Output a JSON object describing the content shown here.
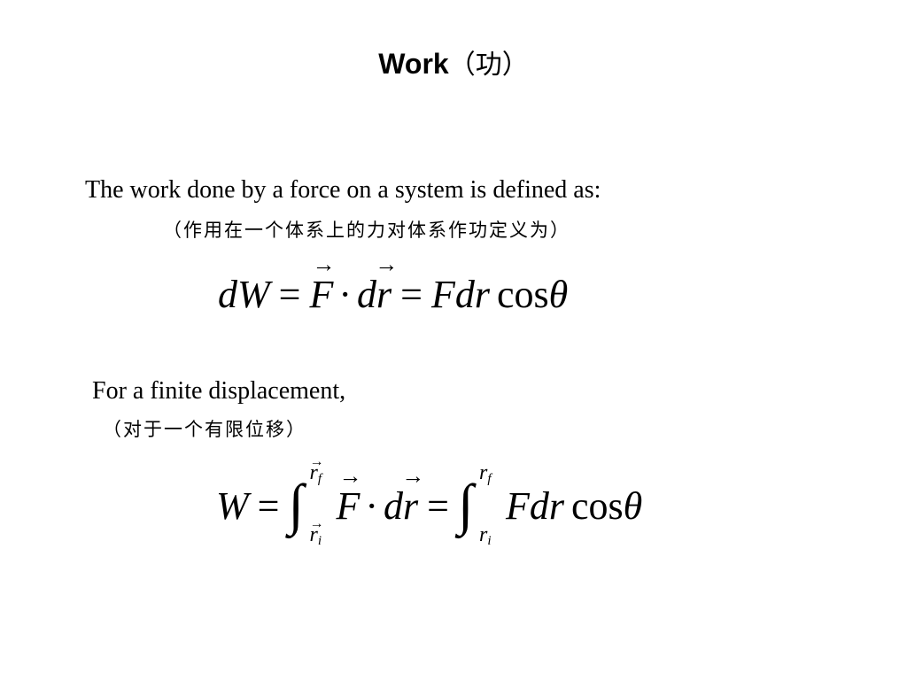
{
  "title": {
    "en": "Work",
    "zh": "（功）"
  },
  "definition": {
    "en": "The work done by a force on a system is defined as:",
    "zh": "（作用在一个体系上的力对体系作功定义为）"
  },
  "equation1": {
    "lhs": "dW",
    "eq": "=",
    "F": "F",
    "dot": "·",
    "d": "d",
    "r": "r",
    "rhs": "Fdr",
    "cos": "cos",
    "theta": "θ"
  },
  "finite": {
    "en": "For a finite displacement,",
    "zh": "（对于一个有限位移）"
  },
  "equation2": {
    "lhs": "W",
    "eq": "=",
    "integral": "∫",
    "upper": "r",
    "upper_sub": "f",
    "lower": "r",
    "lower_sub": "i",
    "F": "F",
    "dot": "·",
    "d": "d",
    "r": "r",
    "rhs": "Fdr",
    "cos": "cos",
    "theta": "θ"
  }
}
